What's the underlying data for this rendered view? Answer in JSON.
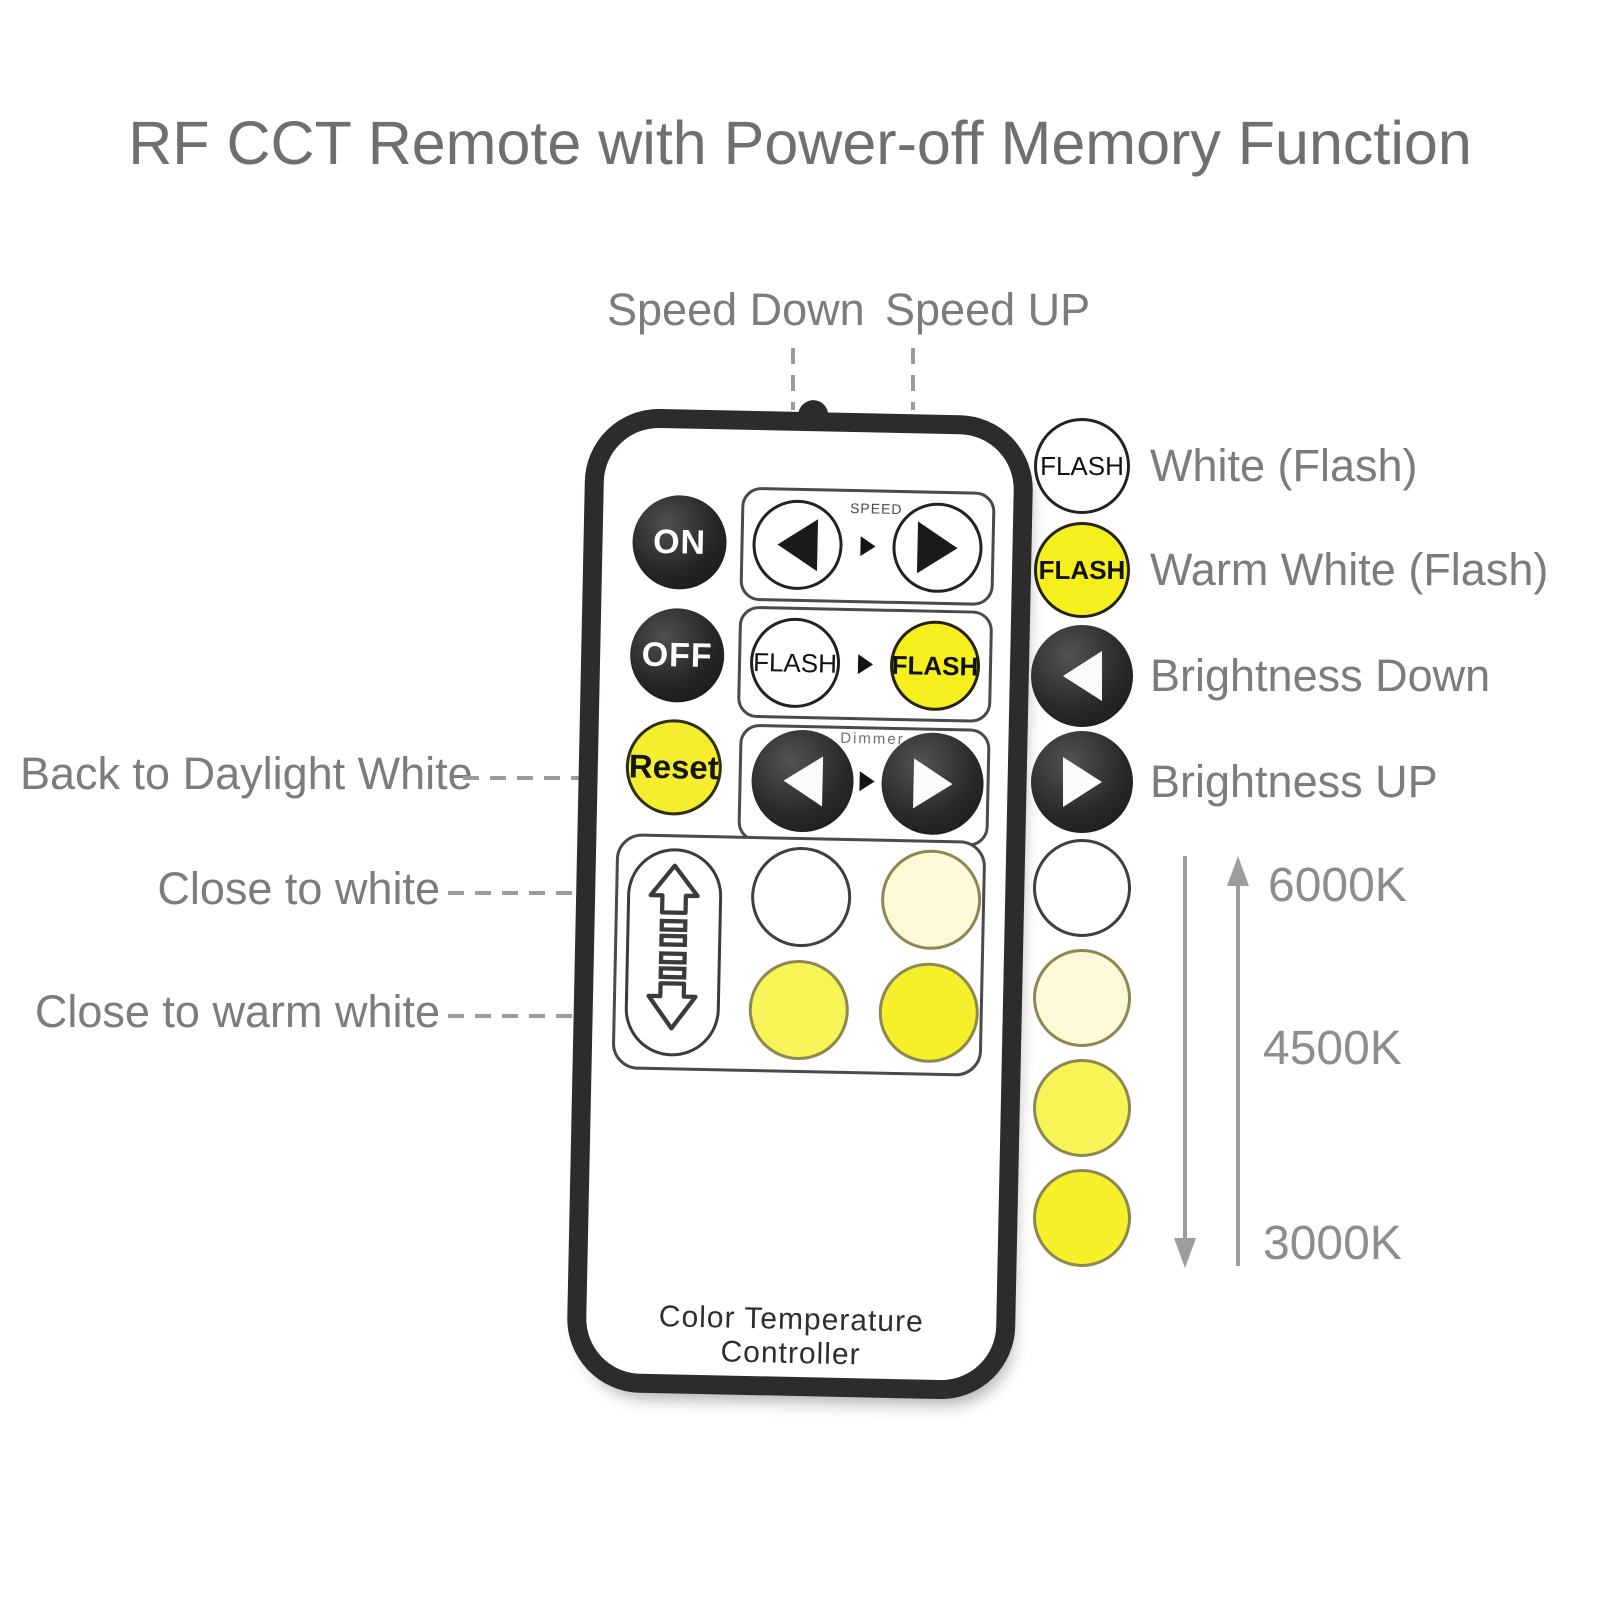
{
  "title": "RF CCT Remote with Power-off Memory Function",
  "callouts": {
    "speed_down": "Speed Down",
    "speed_up": "Speed UP",
    "reset": "Back to Daylight White",
    "cct_up": "Close to white",
    "cct_down": "Close to warm white"
  },
  "remote": {
    "on": "ON",
    "off": "OFF",
    "reset": "Reset",
    "speed_group_label": "SPEED",
    "dimmer_group_label": "Dimmer",
    "flash_white": "FLASH",
    "flash_warm": "FLASH",
    "footer": "Color Temperature Controller"
  },
  "legend": {
    "rows": [
      {
        "button_text": "FLASH",
        "label": "White (Flash)"
      },
      {
        "button_text": "FLASH",
        "label": "Warm White (Flash)"
      },
      {
        "button_text": "",
        "label": "Brightness Down"
      },
      {
        "button_text": "",
        "label": "Brightness UP"
      }
    ]
  },
  "scale": {
    "max": "6000K",
    "mid": "4500K",
    "min": "3000K",
    "swatches": [
      "#ffffff",
      "#fcf9d9",
      "#f7f457",
      "#f5f02a"
    ]
  },
  "colors": {
    "flash_yellow": "#f6ef1e",
    "reset_yellow": "#f5ee2e",
    "pale_yellow": "#fcf9d9",
    "mid_yellow": "#f7f457",
    "bright_yellow": "#f5f02a",
    "label_gray": "#7c7c7c",
    "remote_border": "#2d2c2a"
  }
}
